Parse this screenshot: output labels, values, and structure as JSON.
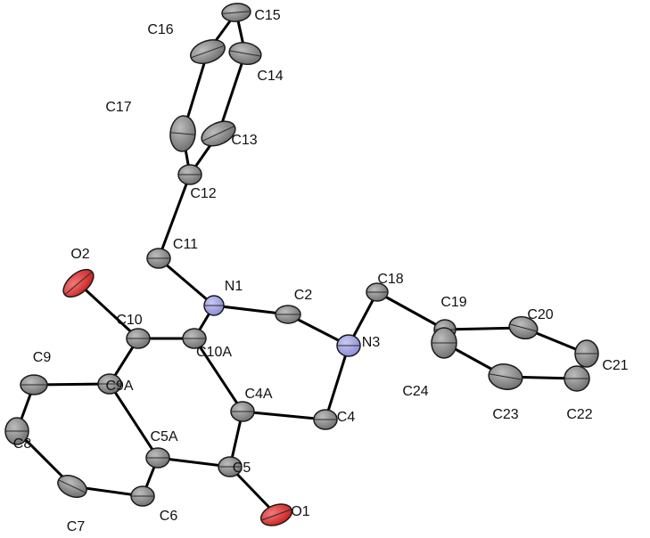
{
  "colors": {
    "carbon": "#6e6e6e",
    "carbon_highlight": "#bdbdbd",
    "nitrogen": "#8a8ad8",
    "nitrogen_highlight": "#c9c9f2",
    "oxygen": "#cc1c1c",
    "oxygen_highlight": "#f07a7a",
    "bond": "#000000",
    "label": "#111111"
  },
  "atoms": [
    {
      "id": "C15",
      "label": "C15",
      "element": "C"
    },
    {
      "id": "C16",
      "label": "C16",
      "element": "C"
    },
    {
      "id": "C14",
      "label": "C14",
      "element": "C"
    },
    {
      "id": "C17",
      "label": "C17",
      "element": "C"
    },
    {
      "id": "C13",
      "label": "C13",
      "element": "C"
    },
    {
      "id": "C12",
      "label": "C12",
      "element": "C"
    },
    {
      "id": "C11",
      "label": "C11",
      "element": "C"
    },
    {
      "id": "O2",
      "label": "O2",
      "element": "O"
    },
    {
      "id": "N1",
      "label": "N1",
      "element": "N"
    },
    {
      "id": "C2",
      "label": "C2",
      "element": "C"
    },
    {
      "id": "C18",
      "label": "C18",
      "element": "C"
    },
    {
      "id": "C19",
      "label": "C19",
      "element": "C"
    },
    {
      "id": "C20",
      "label": "C20",
      "element": "C"
    },
    {
      "id": "C10",
      "label": "C10",
      "element": "C"
    },
    {
      "id": "C10A",
      "label": "C10A",
      "element": "C"
    },
    {
      "id": "N3",
      "label": "N3",
      "element": "N"
    },
    {
      "id": "C21",
      "label": "C21",
      "element": "C"
    },
    {
      "id": "C9",
      "label": "C9",
      "element": "C"
    },
    {
      "id": "C9A",
      "label": "C9A",
      "element": "C"
    },
    {
      "id": "C24",
      "label": "C24",
      "element": "C"
    },
    {
      "id": "C4A",
      "label": "C4A",
      "element": "C"
    },
    {
      "id": "C4",
      "label": "C4",
      "element": "C"
    },
    {
      "id": "C23",
      "label": "C23",
      "element": "C"
    },
    {
      "id": "C22",
      "label": "C22",
      "element": "C"
    },
    {
      "id": "C8",
      "label": "C8",
      "element": "C"
    },
    {
      "id": "C5A",
      "label": "C5A",
      "element": "C"
    },
    {
      "id": "C5",
      "label": "C5",
      "element": "C"
    },
    {
      "id": "C6",
      "label": "C6",
      "element": "C"
    },
    {
      "id": "C7",
      "label": "C7",
      "element": "C"
    },
    {
      "id": "O1",
      "label": "O1",
      "element": "O"
    }
  ],
  "bonds": [
    [
      "C15",
      "C16"
    ],
    [
      "C15",
      "C14"
    ],
    [
      "C16",
      "C17"
    ],
    [
      "C14",
      "C13"
    ],
    [
      "C17",
      "C12"
    ],
    [
      "C13",
      "C12"
    ],
    [
      "C12",
      "C11"
    ],
    [
      "C11",
      "N1"
    ],
    [
      "N1",
      "C10A"
    ],
    [
      "N1",
      "C2"
    ],
    [
      "C2",
      "N3"
    ],
    [
      "N3",
      "C18"
    ],
    [
      "N3",
      "C4"
    ],
    [
      "C18",
      "C19"
    ],
    [
      "C19",
      "C20"
    ],
    [
      "C19",
      "C24"
    ],
    [
      "C20",
      "C21"
    ],
    [
      "C21",
      "C22"
    ],
    [
      "C22",
      "C23"
    ],
    [
      "C23",
      "C24"
    ],
    [
      "C10",
      "O2"
    ],
    [
      "C10",
      "C10A"
    ],
    [
      "C10",
      "C9A"
    ],
    [
      "C10A",
      "C4A"
    ],
    [
      "C4A",
      "C4"
    ],
    [
      "C4A",
      "C5"
    ],
    [
      "C5",
      "O1"
    ],
    [
      "C5",
      "C5A"
    ],
    [
      "C5A",
      "C9A"
    ],
    [
      "C5A",
      "C6"
    ],
    [
      "C6",
      "C7"
    ],
    [
      "C7",
      "C8"
    ],
    [
      "C8",
      "C9"
    ],
    [
      "C9",
      "C9A"
    ]
  ]
}
